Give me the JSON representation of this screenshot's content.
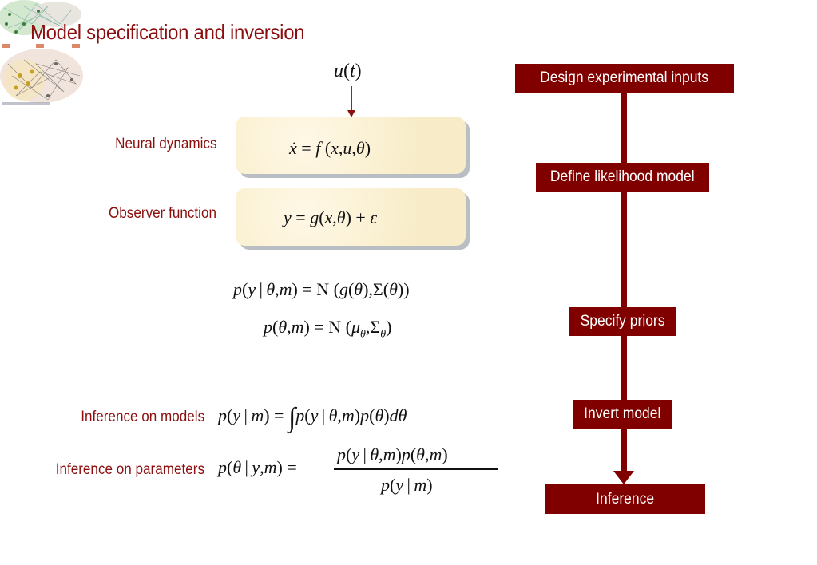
{
  "title": "Model specification and inversion",
  "input_label": "u(t)",
  "labels": {
    "neural_dynamics": "Neural dynamics",
    "observer_function": "Observer function",
    "inference_models": "Inference on models",
    "inference_parameters": "Inference on parameters"
  },
  "flow": {
    "design": "Design experimental inputs",
    "likelihood": "Define likelihood model",
    "priors": "Specify priors",
    "invert": "Invert model",
    "inference": "Inference"
  },
  "colors": {
    "accent": "#800000",
    "label": "#8b0f0f",
    "box": "#fbf0d4"
  }
}
